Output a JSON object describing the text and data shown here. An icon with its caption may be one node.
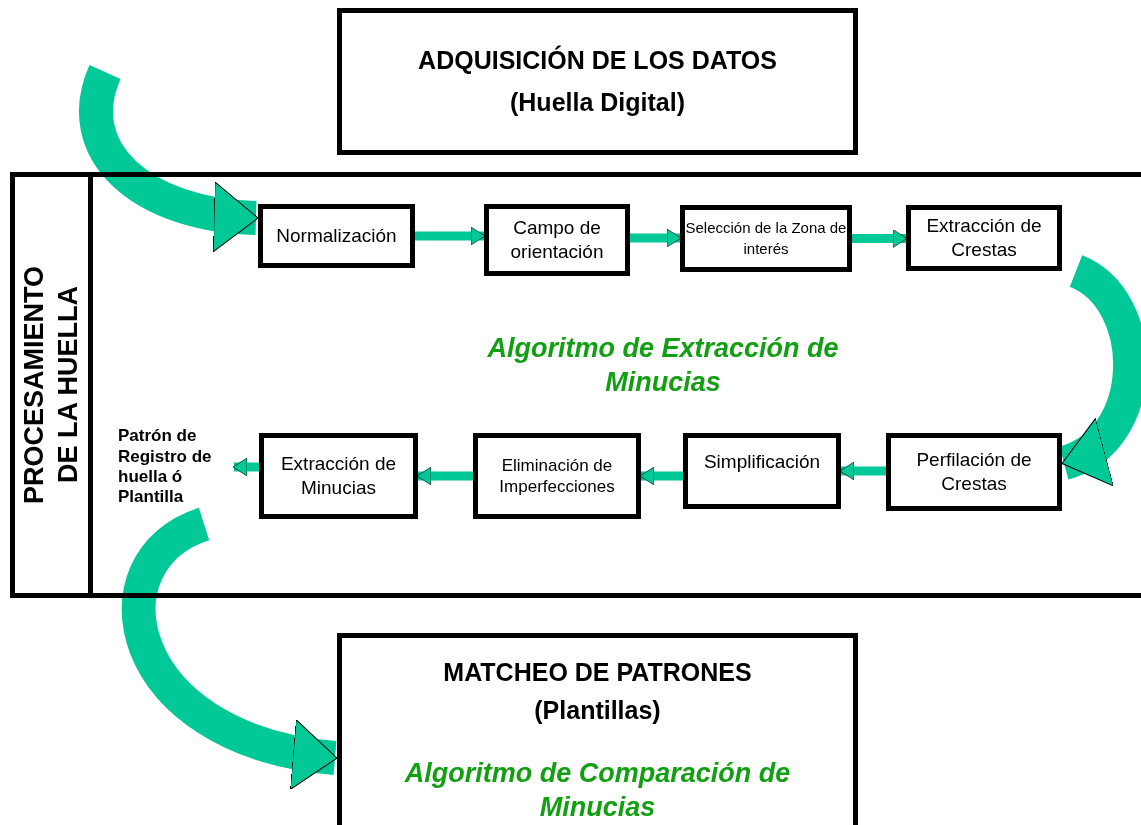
{
  "diagram": {
    "nodes": [
      {
        "text": [
          "ADQUISICIÓN DE LOS DATOS",
          "(Huella Digital)"
        ]
      },
      {
        "text": [
          "PROCESAMIENTO DE LA HUELLA",
          "Algoritmo de Extracción de Minucias"
        ]
      },
      {
        "text": [
          "Normalización"
        ],
        "in": 1
      },
      {
        "text": [
          "Campo de orientación"
        ],
        "in": 1
      },
      {
        "text": [
          "Selección de la Zona de interés"
        ],
        "in": 1
      },
      {
        "text": [
          "Extracción de Crestas"
        ],
        "in": 1
      },
      {
        "text": [
          "Perfilación de Crestas"
        ],
        "in": 1
      },
      {
        "text": [
          "Simplificación"
        ],
        "in": 1
      },
      {
        "text": [
          "Eliminación de Imperfecciones"
        ],
        "in": 1
      },
      {
        "text": [
          "Extracción de Minucias"
        ],
        "in": 1
      },
      {
        "text": [
          "Patrón de Registro de huella ó Plantilla"
        ],
        "in": 1
      },
      {
        "text": [
          "MATCHEO DE PATRONES",
          "(Plantillas)",
          "Algoritmo de Comparación de Minucias"
        ]
      }
    ],
    "edges": [
      {
        "from": null,
        "to": 2,
        "arrow": "to",
        "style": "thick"
      },
      {
        "from": 2,
        "to": 3,
        "arrow": "to"
      },
      {
        "from": 3,
        "to": 4,
        "arrow": "to"
      },
      {
        "from": 4,
        "to": 5,
        "arrow": "to"
      },
      {
        "from": 5,
        "to": 6,
        "arrow": "to",
        "style": "thick"
      },
      {
        "from": 6,
        "to": 7,
        "arrow": "to"
      },
      {
        "from": 7,
        "to": 8,
        "arrow": "to"
      },
      {
        "from": 8,
        "to": 9,
        "arrow": "to"
      },
      {
        "from": 9,
        "to": 10,
        "arrow": "to"
      },
      {
        "from": 10,
        "to": 11,
        "arrow": "to",
        "style": "thick"
      }
    ]
  }
}
